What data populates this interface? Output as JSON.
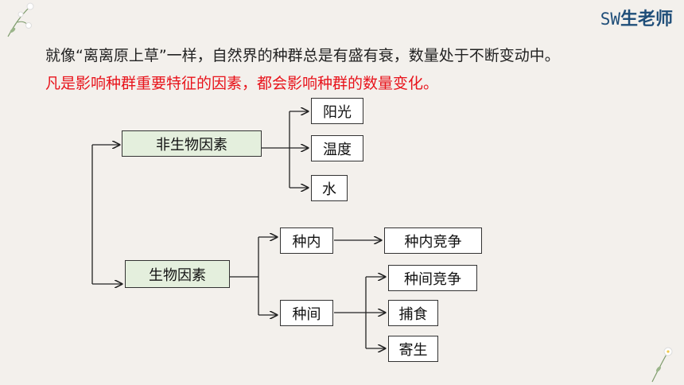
{
  "brand": {
    "prefix": "SW",
    "name": "生老师"
  },
  "intro": {
    "line1": "就像“离离原上草”一样，自然界的种群总是有盛有衰，数量处于不断变动中。",
    "line2": "凡是影响种群重要特征的因素，都会影响种群的数量变化。"
  },
  "diagram": {
    "abiotic": {
      "label": "非生物因素",
      "children": [
        "阳光",
        "温度",
        "水"
      ]
    },
    "biotic": {
      "label": "生物因素",
      "intra": {
        "label": "种内",
        "result": "种内竞争"
      },
      "inter": {
        "label": "种间",
        "results": [
          "种间竞争",
          "捕食",
          "寄生"
        ]
      }
    }
  },
  "colors": {
    "heading_red": "#e8131b",
    "brand_blue": "#1f4e79",
    "factor_fill": "#e4efdd"
  }
}
